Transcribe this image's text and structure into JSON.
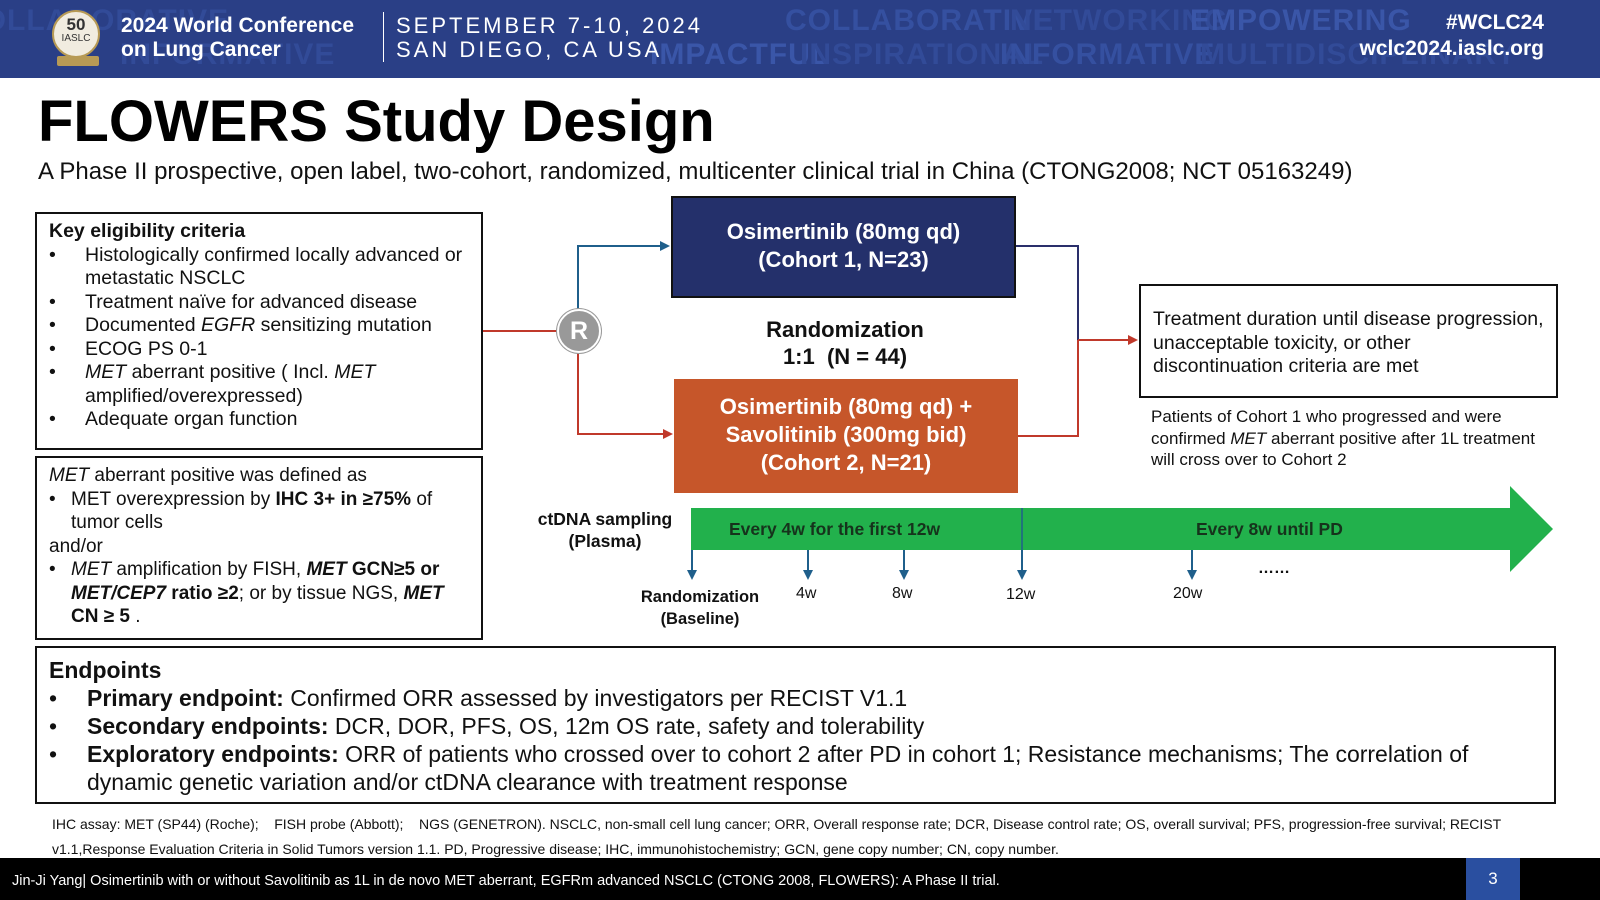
{
  "banner": {
    "conference": [
      "2024 World Conference",
      "on Lung Cancer"
    ],
    "dates": [
      "SEPTEMBER 7-10, 2024",
      "SAN DIEGO, CA USA"
    ],
    "hashtag": "#WCLC24",
    "website": "wclc2024.iaslc.org",
    "logo": {
      "number": "50",
      "org": "IASLC"
    },
    "background_words": [
      "COLLABORATIVE",
      "NETWORKING",
      "EMPOWERING",
      "IMPACTFUL",
      "INSPIRATIONAL",
      "INFORMATIVE",
      "MULTIDISCIPLINARY"
    ]
  },
  "title": "FLOWERS Study Design",
  "subtitle": "A Phase II prospective, open label, two-cohort, randomized, multicenter clinical trial in China (CTONG2008; NCT 05163249)",
  "eligibility": {
    "heading": "Key eligibility criteria",
    "items": [
      "Histologically confirmed locally advanced or metastatic NSCLC",
      "Treatment naïve for advanced disease",
      "Documented EGFR sensitizing mutation",
      "ECOG PS 0-1",
      "MET aberrant positive ( Incl. MET amplified/overexpressed)",
      "Adequate organ function"
    ]
  },
  "met_definition": {
    "heading": "MET aberrant positive was defined as",
    "item1": "MET overexpression by IHC 3+ in ≥75% of tumor cells",
    "andor": "and/or",
    "item2": "MET amplification by FISH, MET GCN≥5 or MET/CEP7 ratio ≥2; or by tissue NGS, MET CN ≥ 5 ."
  },
  "randomization_symbol": "R",
  "cohort1": [
    "Osimertinib (80mg qd)",
    "(Cohort 1, N=23)"
  ],
  "cohort2": [
    "Osimertinib (80mg qd) +",
    "Savolitinib (300mg bid)",
    "(Cohort 2, N=21)"
  ],
  "randomization": [
    "Randomization",
    "1:1  (N = 44)"
  ],
  "treatment_duration": "Treatment duration until disease progression, unacceptable toxicity, or other discontinuation criteria are met",
  "crossover": "Patients of Cohort 1 who progressed and were confirmed MET aberrant positive after 1L treatment will cross over to Cohort 2",
  "timeline": {
    "label": [
      "ctDNA sampling",
      "(Plasma)"
    ],
    "phase1": "Every 4w for the first 12w",
    "phase2": "Every 8w until PD",
    "baseline": [
      "Randomization",
      "(Baseline)"
    ],
    "ticks": [
      "4w",
      "8w",
      "12w",
      "20w"
    ],
    "ellipsis": "……"
  },
  "endpoints": {
    "heading": "Endpoints",
    "primary_label": "Primary endpoint:",
    "primary_text": " Confirmed ORR assessed by investigators per RECIST V1.1",
    "secondary_label": "Secondary endpoints:",
    "secondary_text": " DCR, DOR, PFS, OS, 12m OS rate, safety and tolerability",
    "exploratory_label": "Exploratory endpoints:",
    "exploratory_text": " ORR of patients who crossed over to cohort 2 after PD in cohort 1; Resistance mechanisms; The correlation of dynamic genetic variation and/or ctDNA clearance with treatment response"
  },
  "footnote": "IHC assay: MET (SP44) (Roche);    FISH probe (Abbott);    NGS (GENETRON). NSCLC, non-small cell lung cancer; ORR, Overall response rate; DCR, Disease control rate; OS, overall survival; PFS, progression-free survival; RECIST v1.1,Response Evaluation Criteria in Solid Tumors version 1.1. PD, Progressive disease; IHC, immunohistochemistry; GCN, gene copy number; CN, copy number.",
  "footer": "Jin-Ji Yang| Osimertinib with or without Savolitinib as 1L in de novo MET aberrant, EGFRm advanced NSCLC (CTONG 2008, FLOWERS): A Phase II trial.",
  "page_number": "3",
  "colors": {
    "banner": "#2a3f86",
    "cohort1": "#24306b",
    "cohort2": "#c6562a",
    "timeline": "#22b14c",
    "page_badge": "#2a4fa0"
  }
}
